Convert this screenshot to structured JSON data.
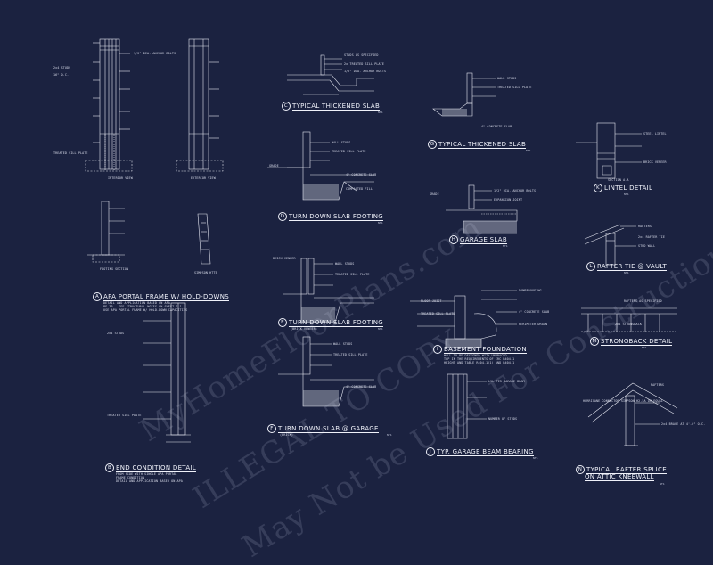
{
  "details": {
    "A": {
      "letter": "A",
      "title": "APA PORTAL FRAME W/ HOLD-DOWNS",
      "scale": "",
      "note1": "DETAIL AND APPLICATION BASED ON APA",
      "note2": "PF-35 - SEE STRUCTURAL NOTES ON SHEET S-1",
      "note3": "USE APA PORTAL FRAME W/ HOLD-DOWN CAPACITIES"
    },
    "A_labels": {
      "interior": "INTERIOR VIEW",
      "exterior": "EXTERIOR VIEW",
      "footing": "FOOTING SECTION",
      "simpson": "SIMPSON HTT5"
    },
    "B": {
      "letter": "B",
      "title": "END CONDITION DETAIL",
      "scale": "",
      "note1": "FROM SIDE WITH SINGLE APA PORTAL",
      "note2": "FRAME CONDITION",
      "note3": "DETAIL AND APPLICATION BASED ON APA"
    },
    "C": {
      "letter": "C",
      "title": "TYPICAL THICKENED SLAB",
      "scale": "NTS"
    },
    "D": {
      "letter": "D",
      "title": "TURN DOWN SLAB FOOTING",
      "scale": "NTS"
    },
    "E": {
      "letter": "E",
      "title": "TURN DOWN SLAB FOOTING",
      "sub": "(BRICK VENEER)",
      "scale": "NTS"
    },
    "F": {
      "letter": "F",
      "title": "TURN DOWN SLAB @ GARAGE",
      "sub": "(BRICK)",
      "scale": "NTS"
    },
    "G": {
      "letter": "G",
      "title": "TYPICAL THICKENED SLAB",
      "scale": "NTS"
    },
    "H": {
      "letter": "H",
      "title": "GARAGE SLAB",
      "scale": "NTS"
    },
    "I": {
      "letter": "I",
      "title": "BASEMENT FOUNDATION",
      "scale": "",
      "note1": "WALL TO BE DESIGNED WITH UNBRACED",
      "note2": "TOP IN THE REQUIREMENTS OF IRC R404.1",
      "note3": "HEIGHT AND TABLE R404.1(1) AND R404.1"
    },
    "J": {
      "letter": "J",
      "title": "TYP. GARAGE BEAM BEARING",
      "scale": "NTS"
    },
    "K": {
      "letter": "K",
      "title": "LINTEL DETAIL",
      "scale": "NTS"
    },
    "L": {
      "letter": "L",
      "title": "RAFTER TIE @ VAULT",
      "scale": "NTS"
    },
    "M": {
      "letter": "M",
      "title": "STRONGBACK DETAIL",
      "scale": "NTS"
    },
    "N": {
      "letter": "N",
      "title": "TYPICAL RAFTER SPLICE",
      "title2": "ON ATTIC KNEEWALL",
      "scale": "NTS"
    }
  },
  "callouts": {
    "c1": "STUDS AS SPECIFIED",
    "c2": "2x TREATED SILL PLATE",
    "c3": "1/2\" DIA. ANCHOR BOLTS",
    "c4": "WALL STUDS",
    "c5": "TREATED SILL PLATE",
    "c6": "4\" CONCRETE SLAB",
    "c7": "COMPACTED FILL",
    "c8": "GRADE",
    "c9": "BRICK VENEER",
    "c10": "FOOTING SECTION",
    "c11": "SECTION A-A",
    "c12": "RAFTERS",
    "c13": "2x4 RAFTER TIE",
    "c14": "STUD WALL",
    "c15": "RAFTERS AS SPECIFIED",
    "c16": "2x4 STRONGBACK",
    "c17": "HURRICANE CONNECTOR SIMPSON H2.5A OR EQUAL",
    "c18": "2x4 BRACE AT 4'-0\" O.C.",
    "c19": "LVL PER GARAGE BEAM",
    "c20": "NUMBER OF STUDS",
    "c21": "FLOOR JOIST",
    "c22": "DAMPPROOFING",
    "c23": "EXPANSION JOINT",
    "c24": "PERIMETER DRAIN",
    "c25": "STEEL LINTEL",
    "c26": "2x4 STUDS",
    "c27": "16\" O.C."
  },
  "watermark": {
    "line1": "MyHomeFloorPlans.com",
    "line2": "ILLEGAL TO COPY",
    "line3": "May Not be Used For Construction"
  },
  "colors": {
    "background": "#1b2240",
    "lines": "#e6e8f2",
    "watermark": "#c8cde6"
  }
}
